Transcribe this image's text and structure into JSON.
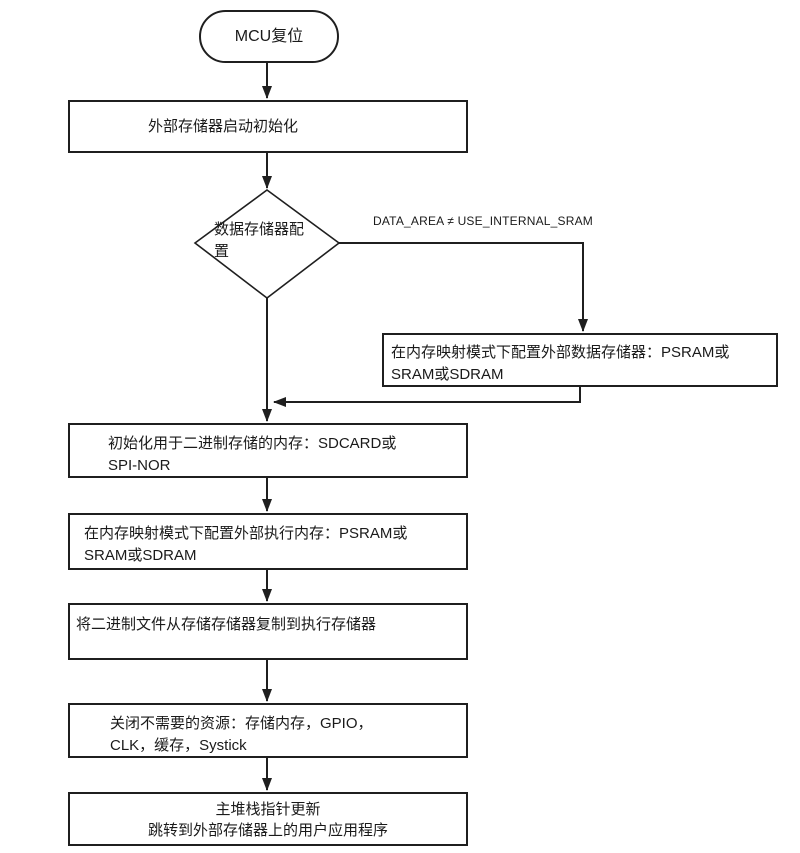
{
  "diagram": {
    "type": "flowchart",
    "colors": {
      "stroke": "#1f1f1f",
      "text": "#1a1a1a",
      "background": "#ffffff"
    },
    "nodes": {
      "start": {
        "shape": "terminator",
        "label": "MCU复位"
      },
      "boot_init": {
        "shape": "process",
        "lines": [
          "外部存储器启动初始化"
        ]
      },
      "data_mem_decision": {
        "shape": "decision",
        "lines": [
          "数据存储器配",
          "置"
        ]
      },
      "config_ext_data_mem": {
        "shape": "process",
        "lines": [
          "在内存映射模式下配置外部数据存储器：PSRAM或",
          "SRAM或SDRAM"
        ]
      },
      "init_binary_storage": {
        "shape": "process",
        "lines": [
          "初始化用于二进制存储的内存：SDCARD或",
          "SPI-NOR"
        ]
      },
      "config_exec_mem": {
        "shape": "process",
        "lines": [
          "在内存映射模式下配置外部执行内存：PSRAM或",
          "SRAM或SDRAM"
        ]
      },
      "copy_binary": {
        "shape": "process",
        "lines": [
          "将二进制文件从存储存储器复制到执行存储器"
        ]
      },
      "close_resources": {
        "shape": "process",
        "lines": [
          "关闭不需要的资源：存储内存，GPIO，",
          "CLK，缓存，Systick"
        ]
      },
      "update_msp_jump": {
        "shape": "process",
        "lines": [
          "主堆栈指针更新",
          "跳转到外部存储器上的用户应用程序"
        ]
      }
    },
    "edges": {
      "branch_condition_label": "DATA_AREA ≠ USE_INTERNAL_SRAM"
    }
  }
}
